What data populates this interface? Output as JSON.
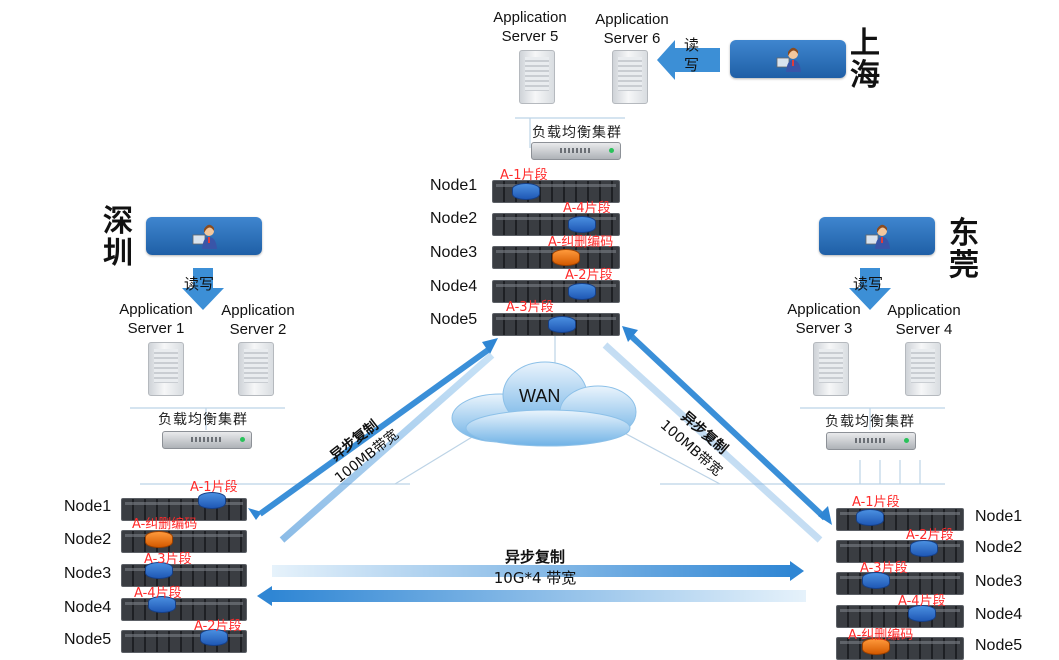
{
  "colors": {
    "arrow": "#3c8fd6",
    "segment_text": "#ff2b2b",
    "user_box": "#2d73bd",
    "disk_blue": "#2f6fcc",
    "disk_orange": "#e8720a"
  },
  "sites": {
    "shanghai": {
      "city": "上海",
      "read_write": "读写",
      "servers": [
        "Application\nServer 5",
        "Application\nServer 6"
      ],
      "lb_label": "负载均衡集群",
      "nodes": [
        "Node1",
        "Node2",
        "Node3",
        "Node4",
        "Node5"
      ],
      "segments": [
        "A-1片段",
        "A-4片段",
        "A-纠删编码",
        "A-2片段",
        "A-3片段"
      ]
    },
    "shenzhen": {
      "city": "深圳",
      "read_write": "读写",
      "servers": [
        "Application\nServer 1",
        "Application\nServer 2"
      ],
      "lb_label": "负载均衡集群",
      "nodes": [
        "Node1",
        "Node2",
        "Node3",
        "Node4",
        "Node5"
      ],
      "segments": [
        "A-1片段",
        "A-纠删编码",
        "A-3片段",
        "A-4片段",
        "A-2片段"
      ]
    },
    "dongguan": {
      "city": "东莞",
      "read_write": "读写",
      "servers": [
        "Application\nServer 3",
        "Application\nServer 4"
      ],
      "lb_label": "负载均衡集群",
      "nodes": [
        "Node1",
        "Node2",
        "Node3",
        "Node4",
        "Node5"
      ],
      "segments": [
        "A-1片段",
        "A-2片段",
        "A-3片段",
        "A-4片段",
        "A-纠删编码"
      ]
    }
  },
  "wan": {
    "label": "WAN"
  },
  "replication": {
    "left": {
      "title": "异步复制",
      "bandwidth": "100MB带宽"
    },
    "right": {
      "title": "异步复制",
      "bandwidth": "100MB带宽"
    },
    "bottom": {
      "title": "异步复制",
      "bandwidth": "10G*4 带宽"
    }
  },
  "icons": [
    "user-at-computer-icon",
    "server-tower-icon",
    "load-balancer-icon",
    "rack-server-icon",
    "storage-disk-icon",
    "cloud-icon",
    "arrow-icon"
  ]
}
